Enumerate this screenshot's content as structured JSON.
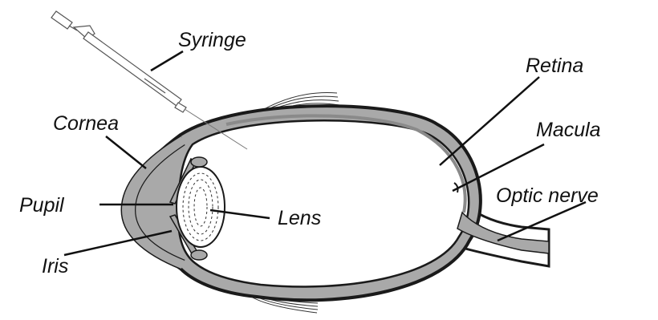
{
  "labels": {
    "syringe": "Syringe",
    "retina": "Retina",
    "cornea": "Cornea",
    "macula": "Macula",
    "pupil": "Pupil",
    "optic_nerve": "Optic nerve",
    "lens": "Lens",
    "iris": "Iris"
  },
  "colors": {
    "outline": "#1a1a1a",
    "tissue": "#a9a9a9",
    "background": "#ffffff"
  }
}
